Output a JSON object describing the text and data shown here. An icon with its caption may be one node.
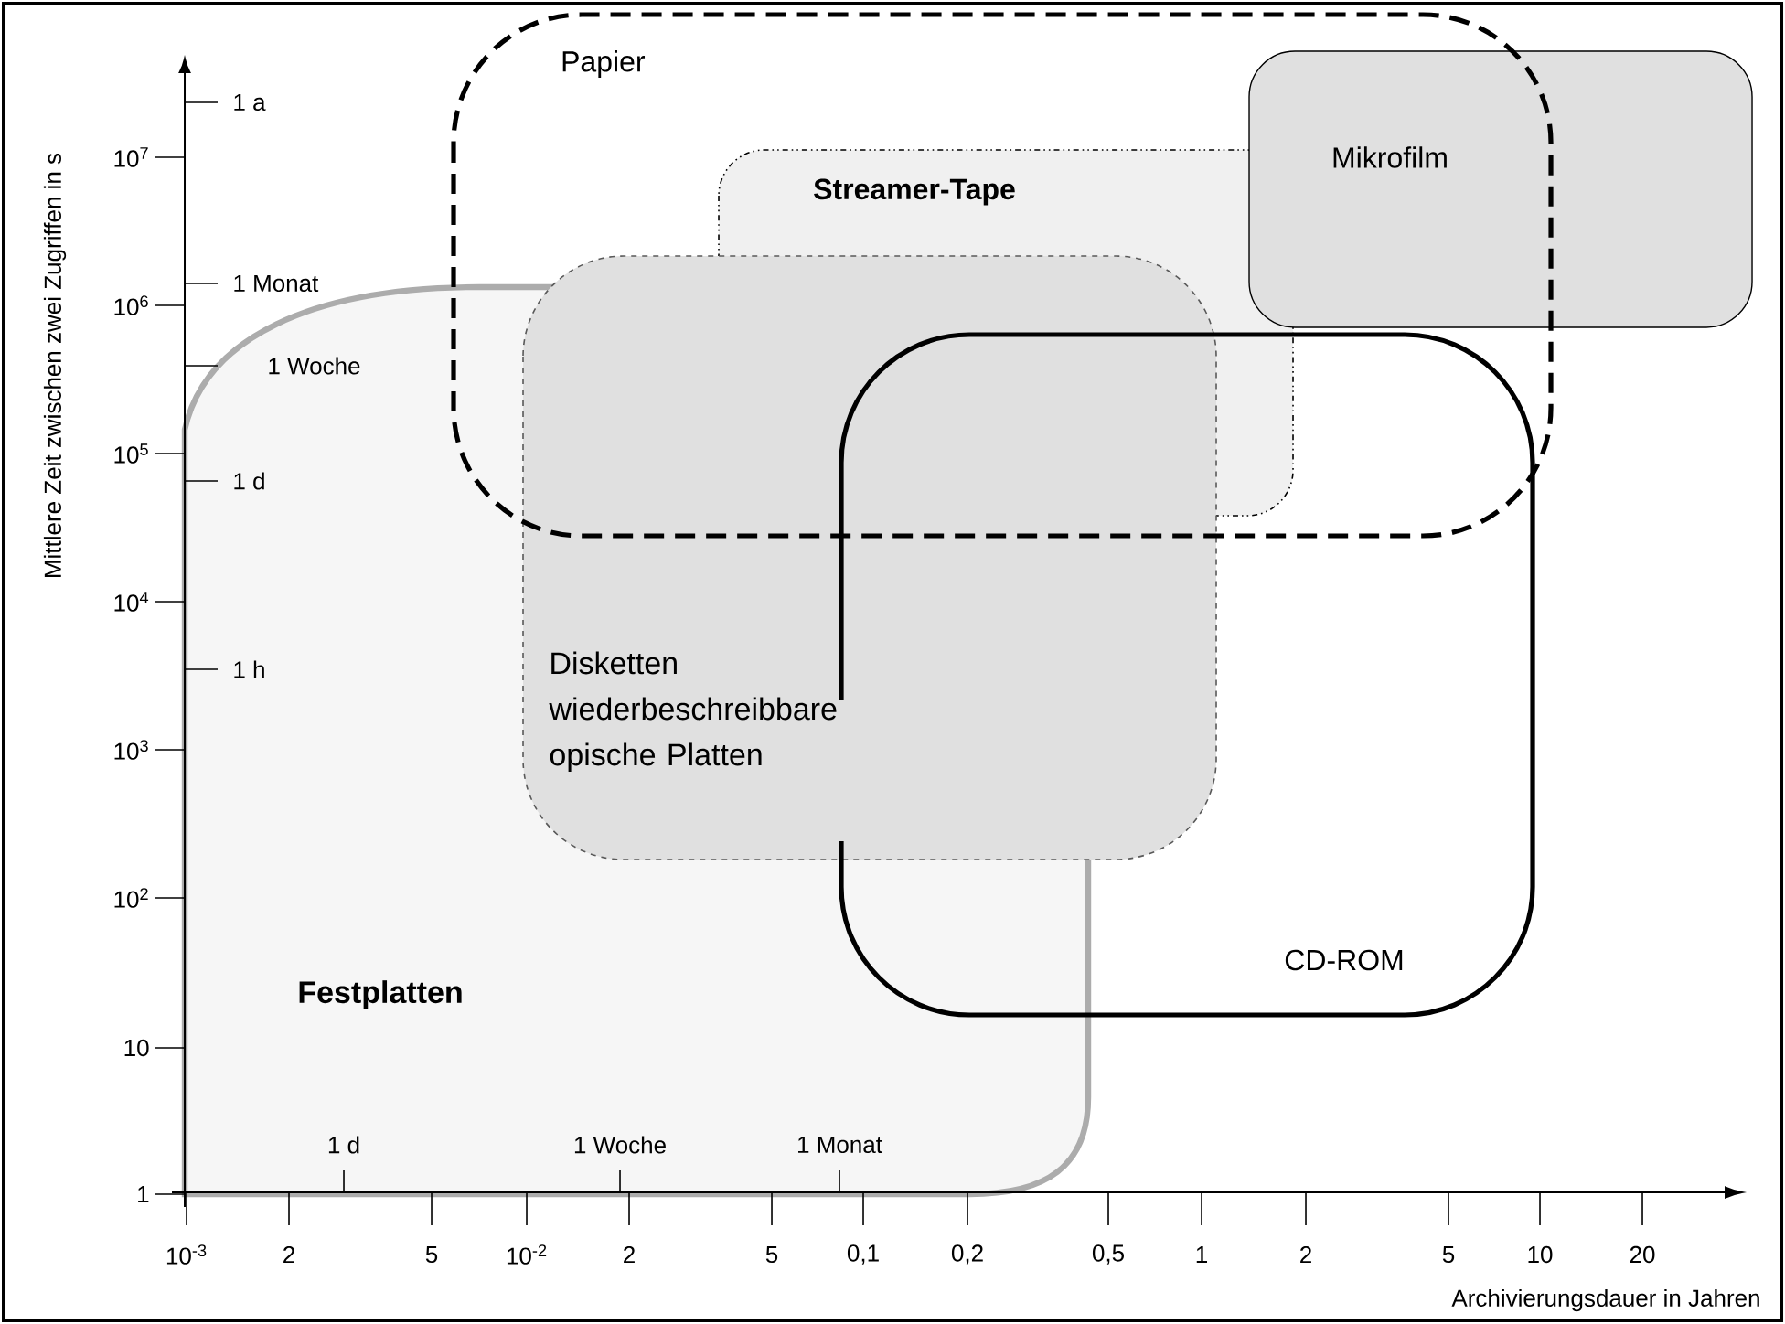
{
  "diagram": {
    "nodes": [
      {
        "text": [
          "Papier"
        ]
      },
      {
        "text": [
          "Mikrofilm"
        ]
      },
      {
        "text": [
          "Streamer-Tape"
        ],
        "in": 0
      },
      {
        "text": [
          "Disketten wiederbeschreibbare opische Platten"
        ]
      },
      {
        "text": [
          "CD-ROM"
        ]
      },
      {
        "text": [
          "Festplatten"
        ]
      }
    ],
    "labels": [
      "Mittlere Zeit zwischen zwei Zugriffen in s",
      "1 a",
      "10$^{7}$",
      "1 Monat",
      "10$^{6}$",
      "1 Woche",
      "10$^{5}$",
      "1 d",
      "10$^{4}$",
      "1 h",
      "10$^{3}$",
      "10$^{2}$",
      "10",
      "1 d",
      "1 Woche",
      "1 Monat",
      "1",
      "10$^{-3}$",
      "2",
      "5",
      "10$^{-2}$",
      "2",
      "5",
      "0,1",
      "0,2",
      "0,5",
      "1",
      "2",
      "5",
      "10",
      "20",
      "Archivierungsdauer in Jahren"
    ]
  }
}
